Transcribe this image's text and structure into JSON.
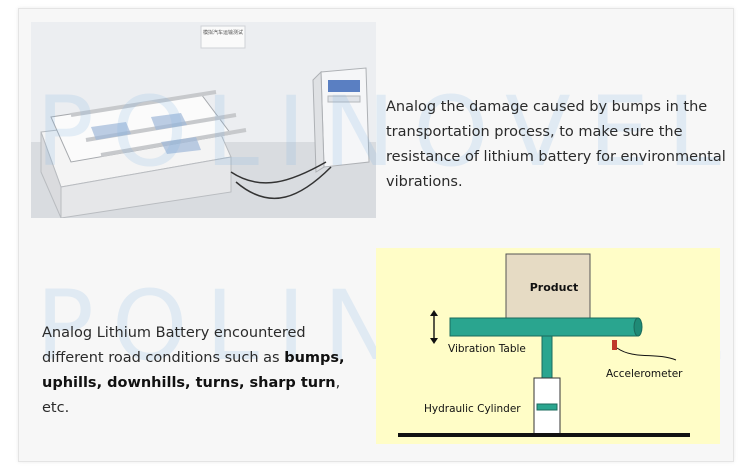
{
  "top_text": "Analog the damage caused by bumps in the transportation process, to make sure the resistance of lithium battery for environmental vibrations.",
  "bottom_text": {
    "prefix": "Analog Lithium Battery encountered different road conditions such as ",
    "bold": "bumps, uphills, downhills, turns, sharp turn",
    "suffix": ", etc."
  },
  "watermark": "POLINOVEL",
  "photo_sign": "模拟汽车运输测试",
  "diagram": {
    "product_label": "Product",
    "table_label": "Vibration Table",
    "accelerometer_label": "Accelerometer",
    "cylinder_label": "Hydraulic Cylinder"
  },
  "colors": {
    "diagram_bg": "#fffdc7",
    "table_fill": "#2aa58f",
    "cylinder_fill": "#ffffff",
    "watermark": "#78afe1"
  }
}
